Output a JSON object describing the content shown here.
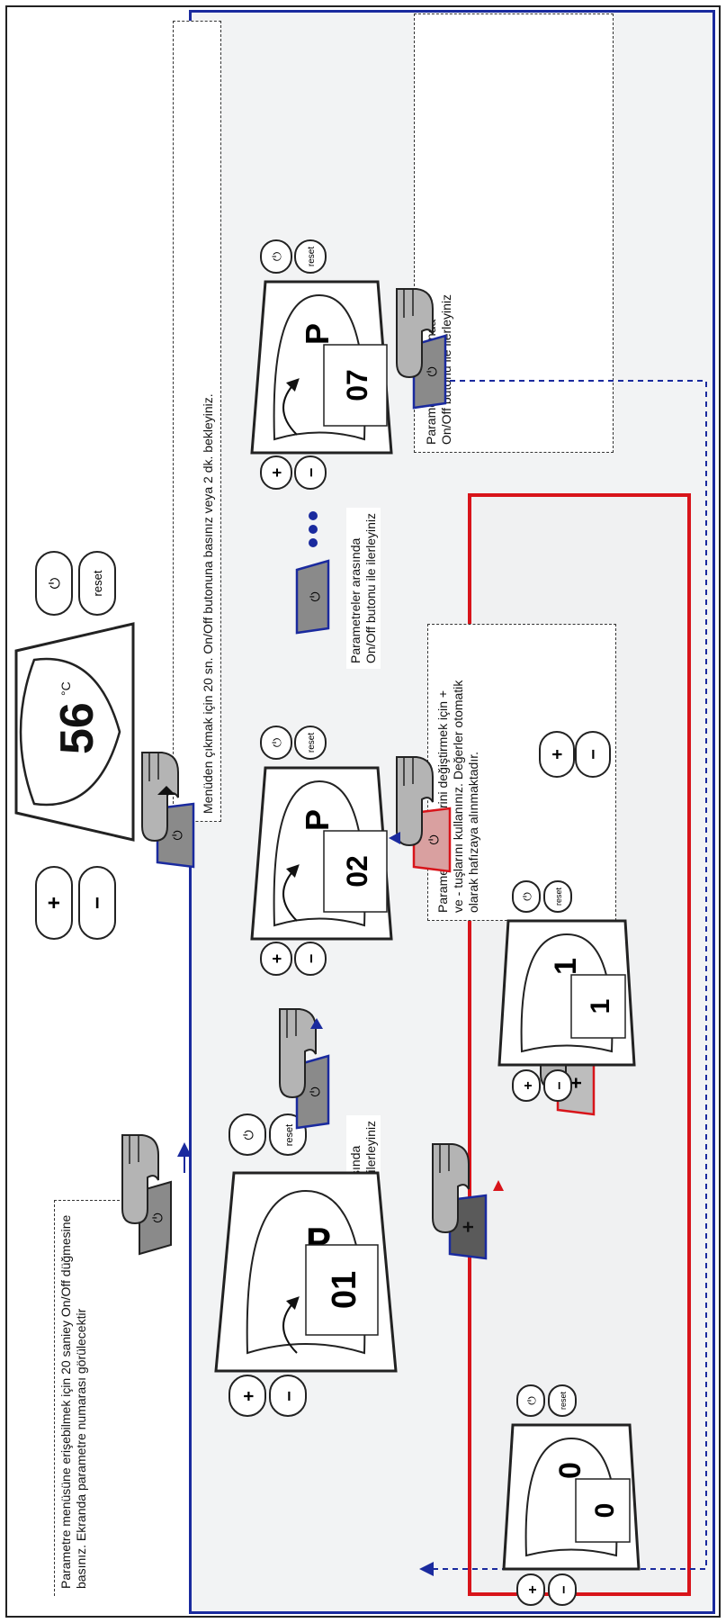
{
  "notes": {
    "intro": {
      "line1": "Parametre menüsüne erişebilmek için 20 saniey On/Off düğmesine",
      "line2": "basınız. Ekranda parametre numarası görülecektir"
    },
    "exit": {
      "line1": "Menüden çıkmak için 20 sn. On/Off butonuna basınız veya 2 dk. bekleyiniz."
    },
    "browse_right": {
      "line1": "Parametreler arasında",
      "line2": "On/Off butonu ile ilerleyiniz"
    },
    "change_values": {
      "line1": "Parametre değerlerini değiştirmek için +",
      "line2": "ve - tuşlarını kullanınız. Değerler otomatik",
      "line3": "olarak hafızaya alınmaktadır."
    }
  },
  "labels": {
    "browse_1": {
      "line1": "Parametreler arasında",
      "line2": "On/Off butonu ile ilerleyiniz"
    },
    "browse_2": {
      "line1": "Parametreler arasında",
      "line2": "On/Off butonu ile ilerleyiniz"
    }
  },
  "devices": {
    "main": {
      "display": "56",
      "unit": "°C",
      "plus": "+",
      "minus": "−",
      "reset": "reset",
      "power": "⏻"
    },
    "p01": {
      "display": "P",
      "param": "01",
      "plus": "+",
      "minus": "−",
      "reset": "reset",
      "power": "⏻"
    },
    "p02": {
      "display": "P",
      "param": "02",
      "plus": "+",
      "minus": "−",
      "reset": "reset",
      "power": "⏻"
    },
    "p07": {
      "display": "P",
      "param": "07",
      "plus": "+",
      "minus": "−",
      "reset": "reset",
      "power": "⏻"
    },
    "v0": {
      "display": "0",
      "param": "0",
      "plus": "+",
      "minus": "−",
      "reset": "reset",
      "power": "⏻"
    },
    "v1": {
      "display": "1",
      "param": "1",
      "plus": "+",
      "minus": "−",
      "reset": "reset",
      "power": "⏻"
    }
  },
  "keys": {
    "plus": "+",
    "minus": "−",
    "power": "⏻"
  },
  "colors": {
    "blue_frame": "#1a2a9e",
    "red_frame": "#d8141a",
    "key_grey": "#8a8a8a",
    "key_pink": "#d9a0a0"
  },
  "icons": [
    "hand-press-icon",
    "power-icon",
    "plus-icon",
    "minus-icon",
    "ellipsis-dots-icon",
    "arrow-icon"
  ]
}
